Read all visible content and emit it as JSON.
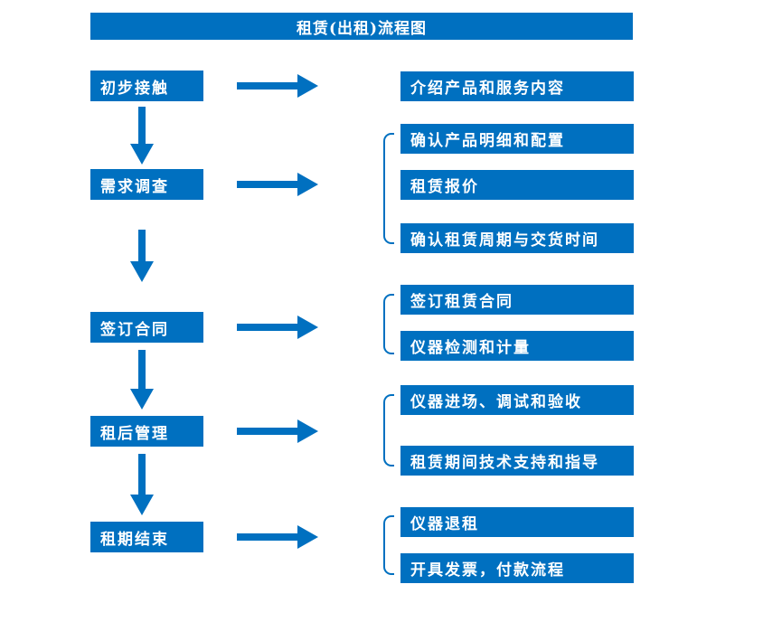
{
  "title": "租赁(出租)流程图",
  "colors": {
    "primary": "#0070C0",
    "text_on_primary": "#FFFFFF",
    "background": "#FFFFFF"
  },
  "steps": [
    {
      "label": "初步接触",
      "targets": [
        "介绍产品和服务内容"
      ]
    },
    {
      "label": "需求调查",
      "targets": [
        "确认产品明细和配置",
        "租赁报价",
        "确认租赁周期与交货时间"
      ]
    },
    {
      "label": "签订合同",
      "targets": [
        "签订租赁合同",
        "仪器检测和计量"
      ]
    },
    {
      "label": "租后管理",
      "targets": [
        "仪器进场、调试和验收",
        "租赁期间技术支持和指导"
      ]
    },
    {
      "label": "租期结束",
      "targets": [
        "仪器退租",
        "开具发票，付款流程"
      ]
    }
  ]
}
